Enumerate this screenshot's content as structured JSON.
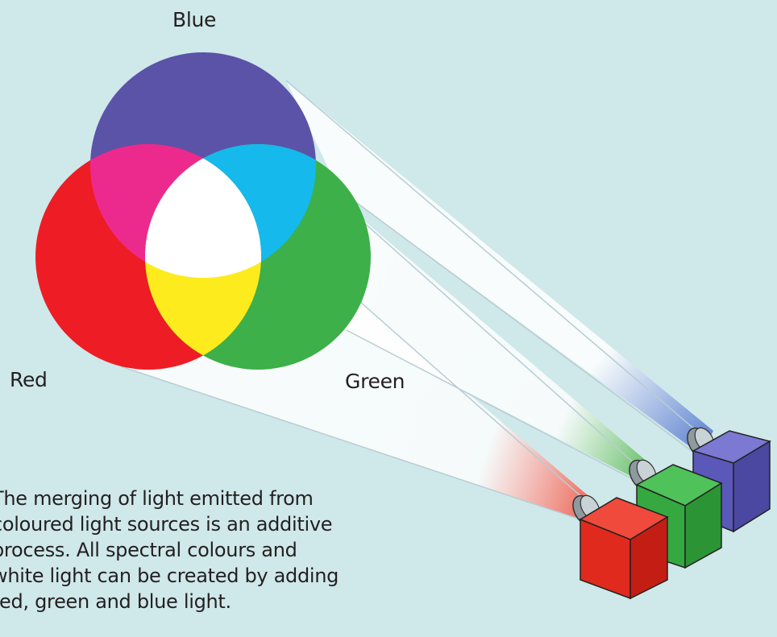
{
  "labels": {
    "blue": "Blue",
    "red": "Red",
    "green": "Green"
  },
  "caption": {
    "lines": [
      "The merging of light emitted from",
      "coloured light sources is an additive",
      "process. All spectral colours and",
      "white light can be created by adding",
      "red, green and blue light."
    ]
  },
  "colors": {
    "background": "#cfe8ea",
    "red": "#ee1c24",
    "green": "#3db049",
    "blue": "#5b53a8",
    "magenta": "#ec2a8e",
    "cyan": "#15b9ec",
    "yellow": "#fdeb1d",
    "white": "#ffffff"
  }
}
